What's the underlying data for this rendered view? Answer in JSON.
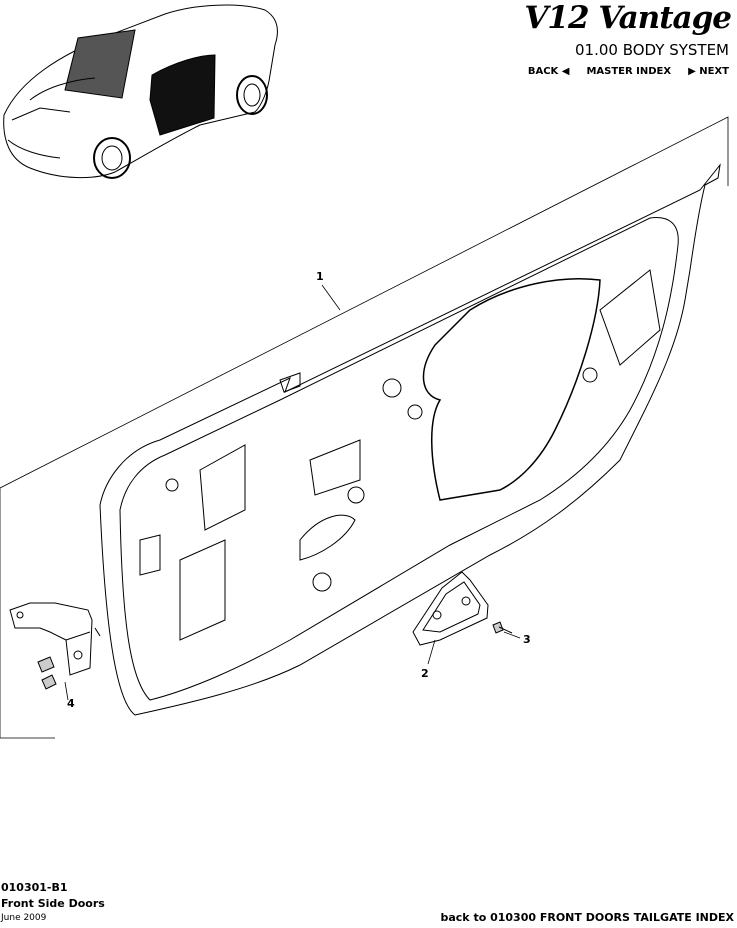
{
  "header": {
    "brand": "V12 Vantage",
    "section": "01.00 BODY SYSTEM",
    "nav": {
      "back": "BACK",
      "master_index": "MASTER INDEX",
      "next": "NEXT"
    }
  },
  "diagram": {
    "callouts": [
      "1",
      "2",
      "3",
      "4"
    ]
  },
  "footer": {
    "code": "010301-B1",
    "title": "Front Side Doors",
    "date": "June 2009",
    "back_link": "back to 010300 FRONT DOORS TAILGATE INDEX"
  }
}
